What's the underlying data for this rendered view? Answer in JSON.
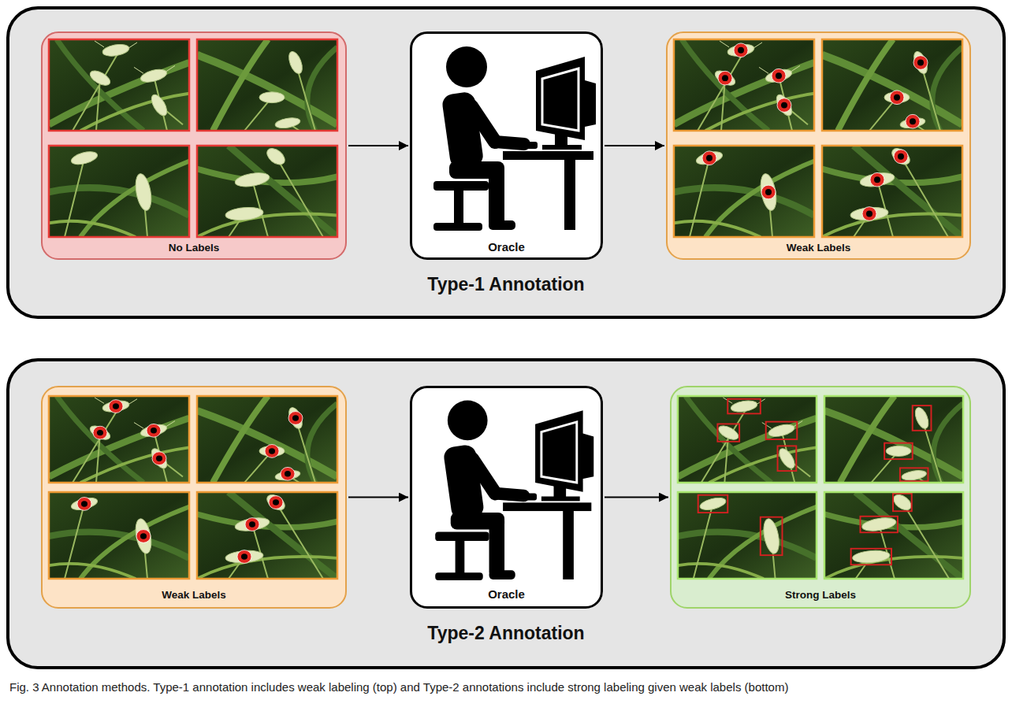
{
  "diagram": {
    "caption": "Fig. 3 Annotation methods. Type-1 annotation includes weak labeling (top) and Type-2 annotations include strong labeling given weak labels (bottom)",
    "nodes": [
      {
        "text": [
          "Type-1 Annotation"
        ]
      },
      {
        "text": [
          "No Labels"
        ],
        "in": 0
      },
      {
        "text": [
          "Oracle"
        ],
        "in": 0
      },
      {
        "text": [
          "Weak Labels"
        ],
        "in": 0
      },
      {
        "text": [
          "Type-2 Annotation"
        ]
      },
      {
        "text": [
          "Weak Labels"
        ],
        "in": 4
      },
      {
        "text": [
          "Oracle"
        ],
        "in": 4
      },
      {
        "text": [
          "Strong Labels"
        ],
        "in": 4
      }
    ],
    "edges": [
      {
        "from": 1,
        "to": 2,
        "arrow": "to"
      },
      {
        "from": 2,
        "to": 3,
        "arrow": "to"
      },
      {
        "from": 5,
        "to": 6,
        "arrow": "to"
      },
      {
        "from": 6,
        "to": 7,
        "arrow": "to"
      }
    ]
  }
}
